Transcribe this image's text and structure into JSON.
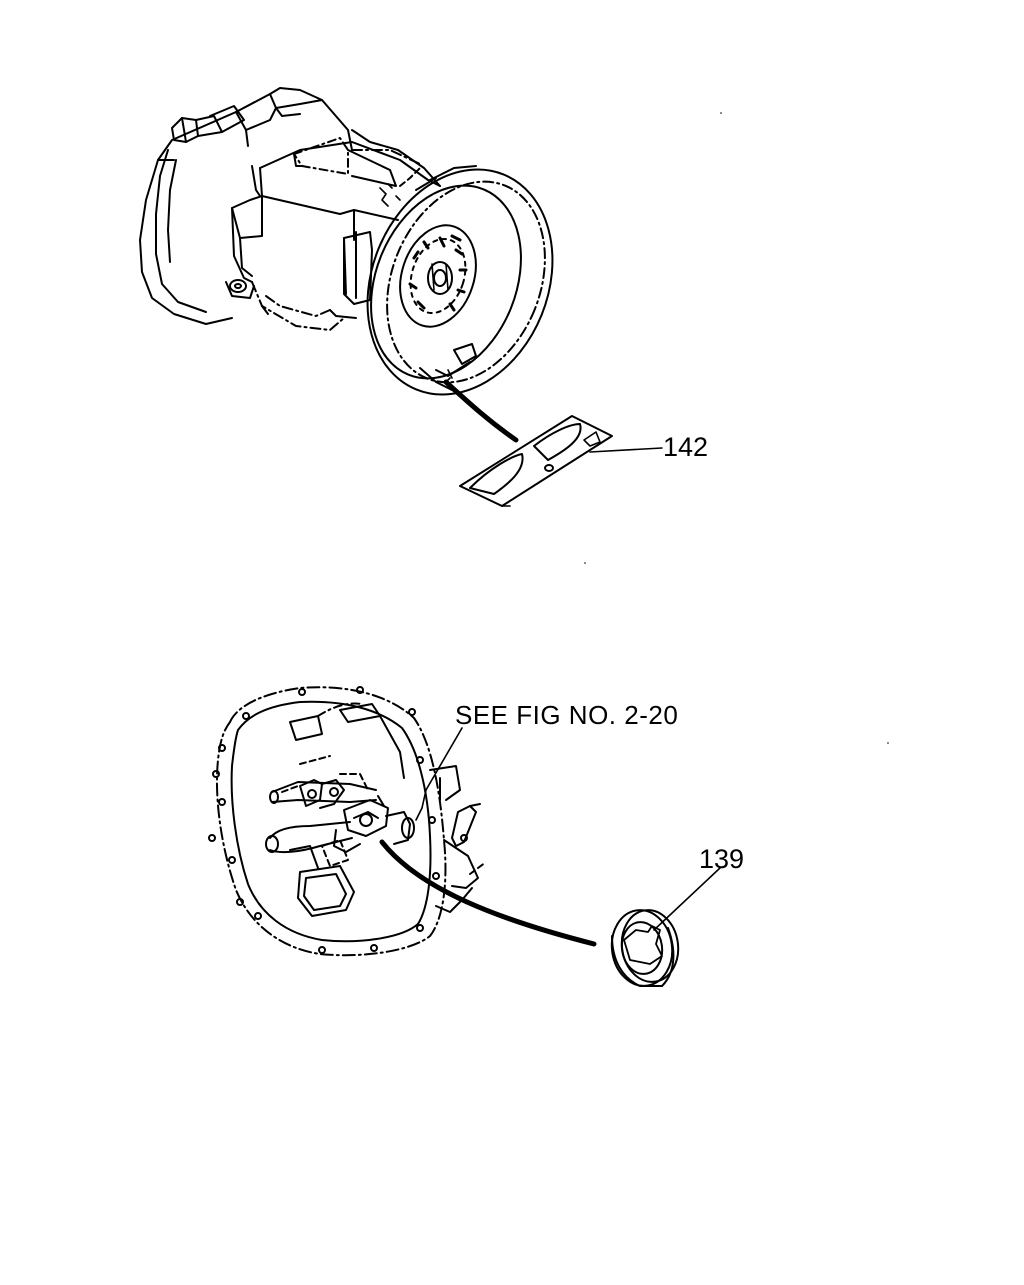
{
  "callouts": {
    "part_142": "142",
    "part_139": "139",
    "reference": "SEE FIG NO. 2-20"
  },
  "colors": {
    "ink": "#000000",
    "paper": "#ffffff"
  }
}
